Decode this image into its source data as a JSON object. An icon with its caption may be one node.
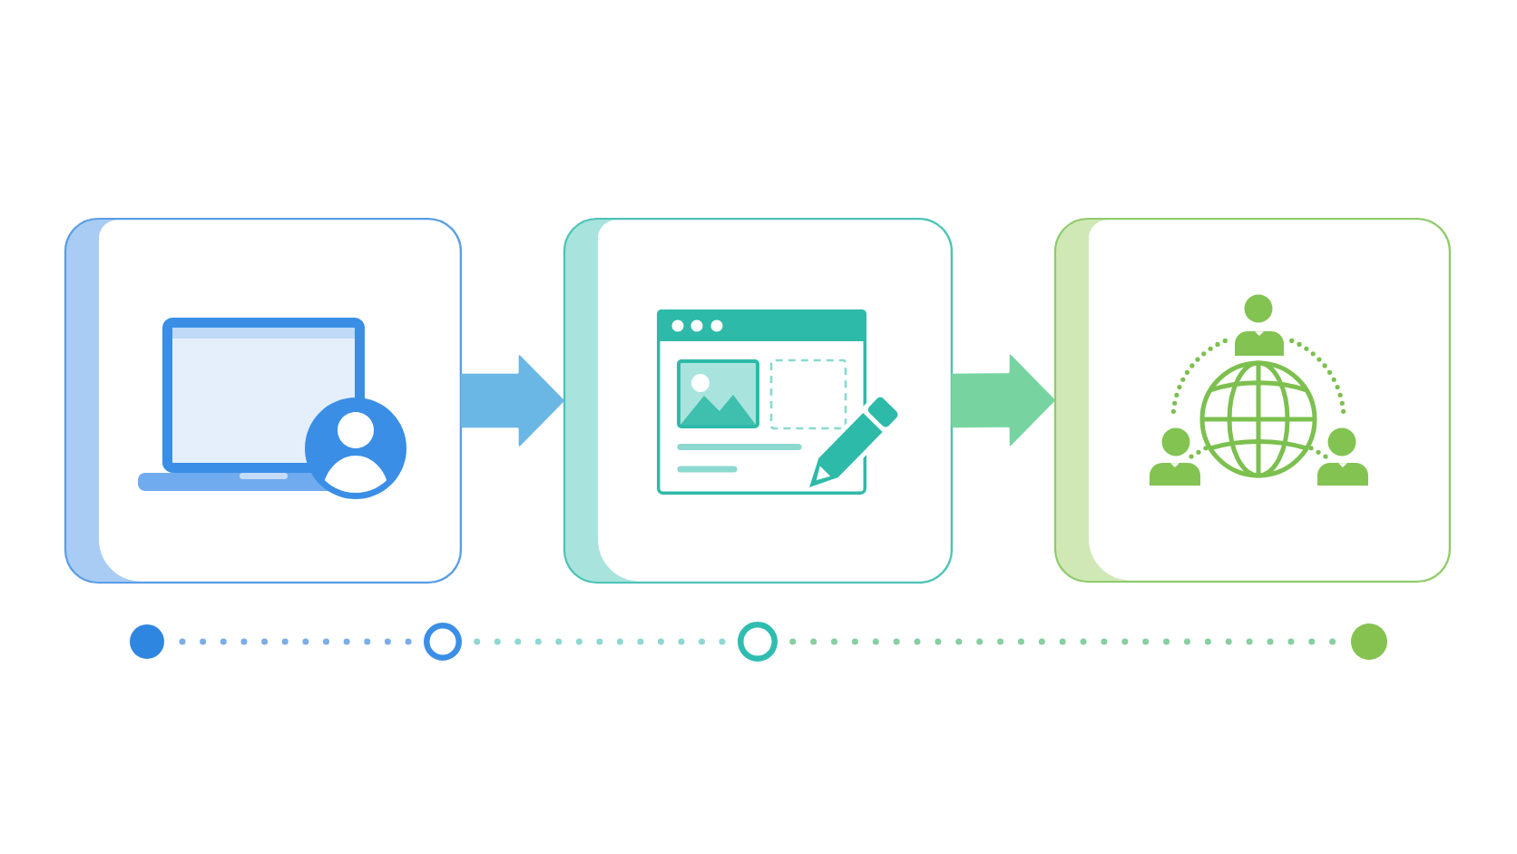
{
  "diagram": {
    "nodes": [
      {
        "text": [],
        "shape": "box"
      },
      {
        "text": [],
        "shape": "box"
      },
      {
        "text": [],
        "shape": "box"
      },
      {
        "text": [],
        "shape": "circle"
      },
      {
        "text": [],
        "shape": "circle"
      },
      {
        "text": [],
        "shape": "circle"
      },
      {
        "text": [],
        "shape": "circle"
      }
    ],
    "edges": [
      {
        "from": 0,
        "to": 1,
        "arrow": "to",
        "style": "thick",
        "color": "#45a5e0"
      },
      {
        "from": 1,
        "to": 2,
        "arrow": "to",
        "style": "thick",
        "color": "#55c98a"
      },
      {
        "from": 3,
        "to": 4,
        "arrow": "none",
        "style": "dashed",
        "color": "#7aade9"
      },
      {
        "from": 4,
        "to": 5,
        "arrow": "none",
        "style": "dashed",
        "color": "#8dd8d3"
      },
      {
        "from": 5,
        "to": 6,
        "arrow": "none",
        "style": "dashed",
        "color": "#86cfa0"
      }
    ]
  }
}
